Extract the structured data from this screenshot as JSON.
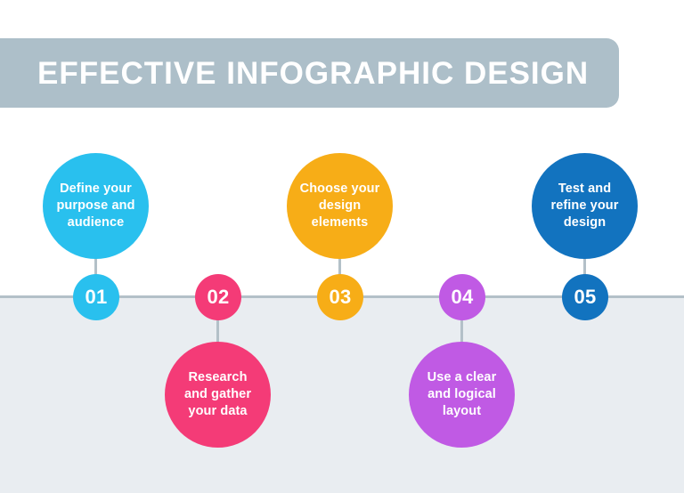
{
  "header": {
    "title": "EFFECTIVE INFOGRAPHIC DESIGN",
    "bar_color": "#adbfc9",
    "text_color": "#ffffff"
  },
  "theme": {
    "background_top": "#ffffff",
    "background_bottom": "#e9edf1",
    "axis_color": "#b3c0c8",
    "connector_color": "#b3c0c8"
  },
  "timeline": {
    "steps": [
      {
        "number": "01",
        "label": "Define your purpose and audience",
        "color": "#29c0ee",
        "position": "above"
      },
      {
        "number": "02",
        "label": "Research and gather your data",
        "color": "#f43b77",
        "position": "below"
      },
      {
        "number": "03",
        "label": "Choose your design elements",
        "color": "#f7ad17",
        "position": "above"
      },
      {
        "number": "04",
        "label": "Use a clear and logical layout",
        "color": "#c05ae4",
        "position": "below"
      },
      {
        "number": "05",
        "label": "Test and refine your design",
        "color": "#1273bf",
        "position": "above"
      }
    ]
  }
}
